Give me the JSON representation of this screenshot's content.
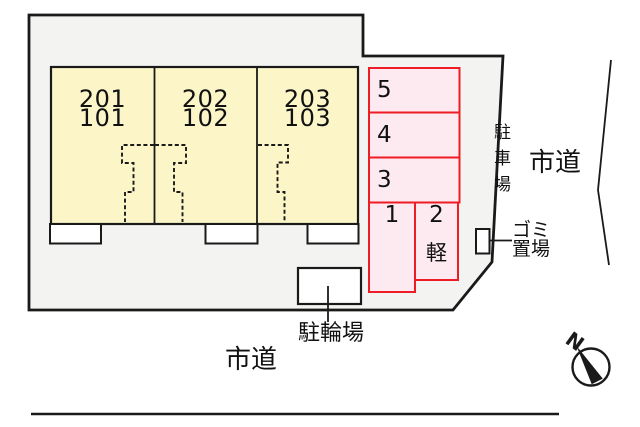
{
  "site_plan": {
    "building": {
      "units": [
        {
          "upper": "201",
          "lower": "101"
        },
        {
          "upper": "202",
          "lower": "102"
        },
        {
          "upper": "203",
          "lower": "103"
        }
      ]
    },
    "parking": {
      "area_label": "駐車場",
      "spaces": [
        {
          "number": "5"
        },
        {
          "number": "4"
        },
        {
          "number": "3"
        },
        {
          "number": "1"
        },
        {
          "number": "2",
          "type": "軽"
        }
      ]
    },
    "facilities": {
      "garbage_label_line1": "ゴミ",
      "garbage_label_line2": "置場",
      "bicycle_label": "駐輪場"
    },
    "roads": {
      "right": "市道",
      "bottom": "市道"
    },
    "compass": {
      "north_label": "N"
    },
    "colors": {
      "site_fill": "#f3f3f1",
      "building_fill": "#fbf5c8",
      "parking_fill": "#fde9f0",
      "parking_border": "#ee1c25",
      "outline": "#1a1a1a"
    }
  }
}
